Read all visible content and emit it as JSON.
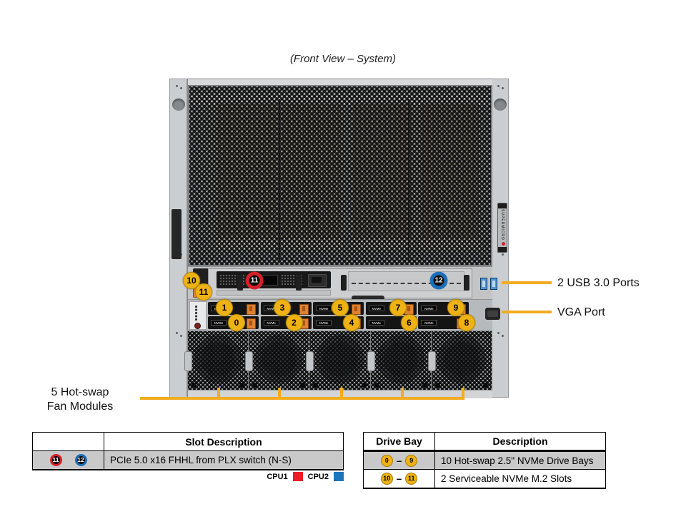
{
  "title": "(Front View – System)",
  "brand": "SUPERMICRO",
  "labels": {
    "usb": "2 USB 3.0 Ports",
    "vga": "VGA Port",
    "fans": [
      "5 Hot-swap",
      "Fan Modules"
    ]
  },
  "chassis": {
    "m2_callouts": [
      "10",
      "11"
    ],
    "mgmt_slot_callout": "11",
    "empty_slot_callout": "12",
    "drive_callouts_top": [
      "1",
      "3",
      "5",
      "7",
      "9"
    ],
    "drive_callouts_bottom": [
      "0",
      "2",
      "4",
      "6",
      "8"
    ],
    "drive_chip_label": "NVMe",
    "fan_count": 5,
    "card_group_count": 4
  },
  "slot_table": {
    "header": "Slot Description",
    "row": {
      "slot_cpu1": "11",
      "slot_cpu2": "12",
      "description": "PCIe 5.0 x16 FHHL from PLX switch (N-S)"
    },
    "legend": [
      {
        "label": "CPU1",
        "color": "#ec1c24"
      },
      {
        "label": "CPU2",
        "color": "#1b75bb"
      }
    ]
  },
  "drive_table": {
    "headers": [
      "Drive Bay",
      "Description"
    ],
    "rows": [
      {
        "from": "0",
        "to": "9",
        "description": "10 Hot-swap 2.5\" NVMe Drive Bays"
      },
      {
        "from": "10",
        "to": "11",
        "description": "2 Serviceable NVMe M.2 Slots"
      }
    ]
  },
  "colors": {
    "callout_yellow": "#efb215",
    "leader_yellow": "#f2ac1e",
    "cpu1_red": "#ec1c24",
    "cpu2_blue": "#1b75bb"
  }
}
